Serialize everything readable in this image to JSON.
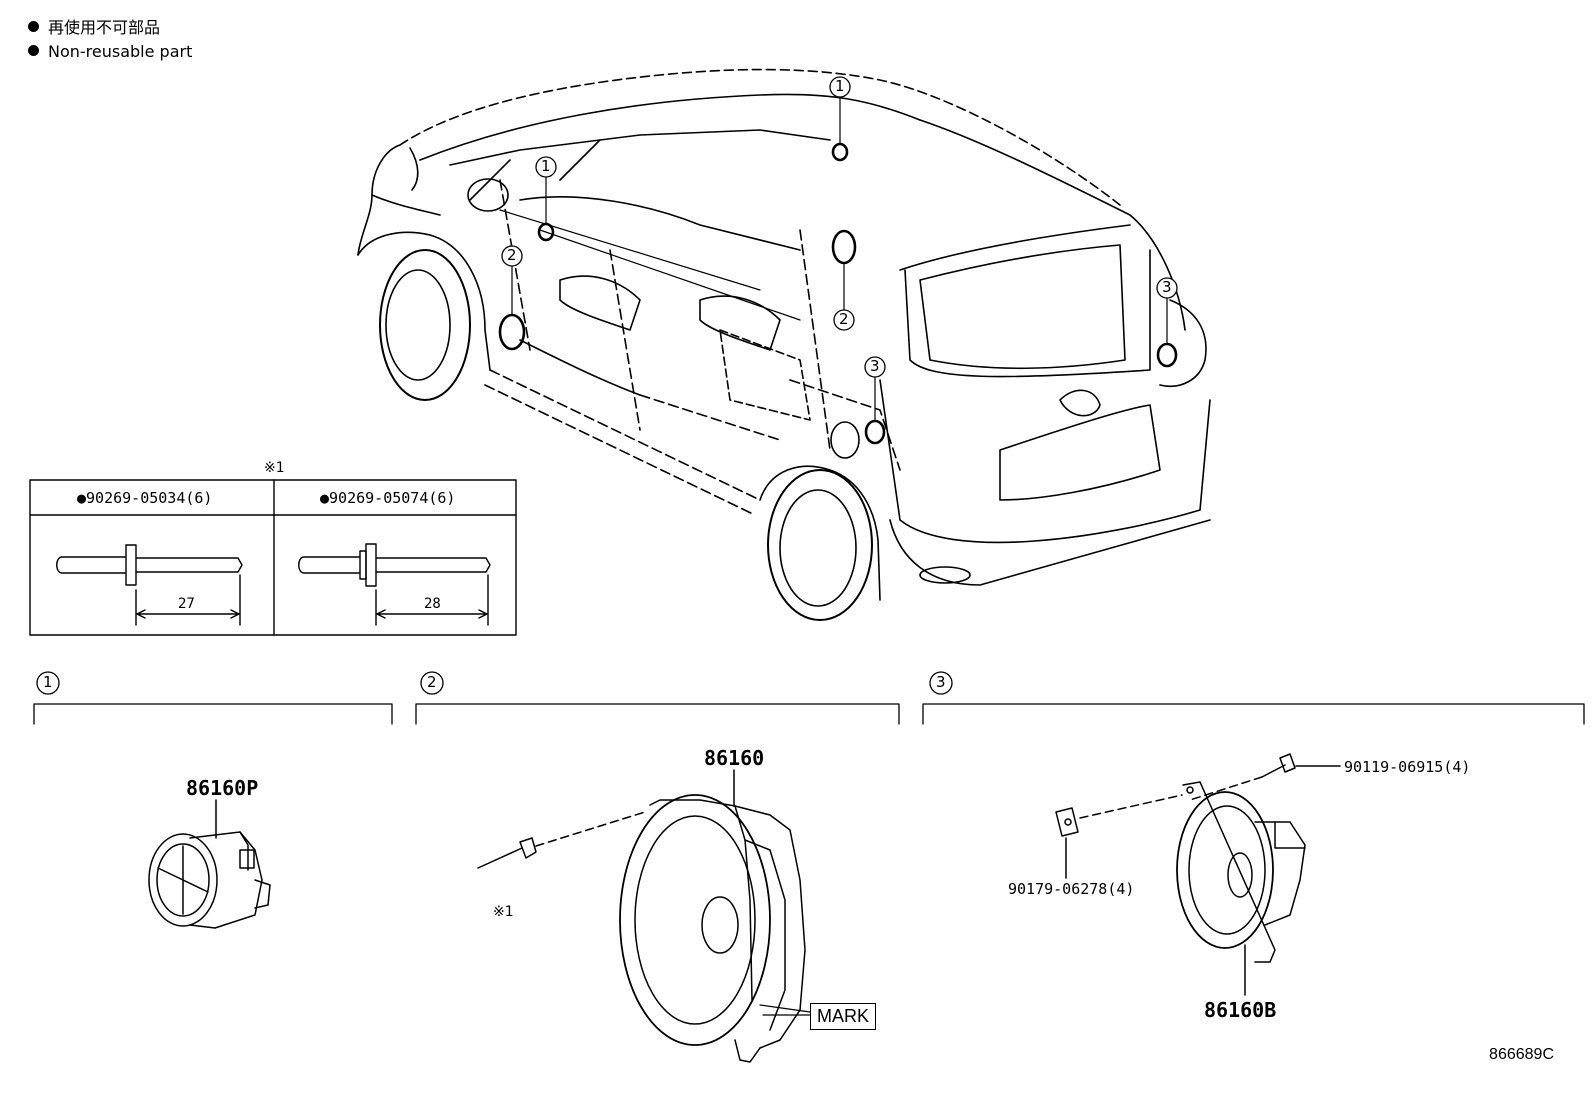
{
  "legend": {
    "jp": "再使用不可部品",
    "en": "Non-reusable part"
  },
  "callouts": [
    "1",
    "2",
    "3"
  ],
  "rivet_table": {
    "ref_mark": "※1",
    "columns": [
      {
        "part": "●90269-05034(6)",
        "dimension": "27"
      },
      {
        "part": "●90269-05074(6)",
        "dimension": "28"
      }
    ]
  },
  "groups": {
    "g1": {
      "number": "1",
      "part": "86160P"
    },
    "g2": {
      "number": "2",
      "part": "86160",
      "mark_label": "MARK",
      "rivet_ref": "※1"
    },
    "g3": {
      "number": "3",
      "part": "86160B",
      "screw": "90119-06915(4)",
      "nut": "90179-06278(4)"
    }
  },
  "diagram_code": "866689C"
}
